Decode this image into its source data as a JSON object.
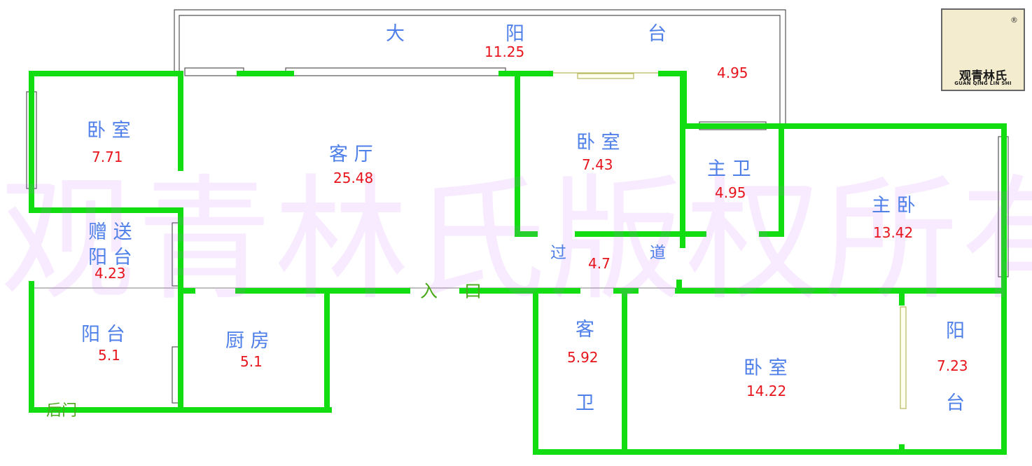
{
  "watermark": "观青林氏版权所有",
  "logo": {
    "name_cn": "观青林氏",
    "name_pinyin": "GUAN QING LIN SHI",
    "registered_mark": "®",
    "colors": {
      "green": "#3a9a2a",
      "red": "#d42a1e",
      "bg": "#f3eccf"
    }
  },
  "rooms": {
    "big_balcony": {
      "c1": "大",
      "c2": "阳",
      "c3": "台",
      "area": "11.25",
      "area2": "4.95"
    },
    "bedroom_nw": {
      "label": "卧 室",
      "area": "7.71"
    },
    "living_room": {
      "label": "客 厅",
      "area": "25.48"
    },
    "bedroom_mid": {
      "label": "卧 室",
      "area": "7.43"
    },
    "master_bath": {
      "label": "主 卫",
      "area": "4.95"
    },
    "master_bedroom": {
      "label": "主 卧",
      "area": "13.42"
    },
    "gift_balcony": {
      "line1": "赠 送",
      "line2": "阳 台",
      "area": "4.23"
    },
    "corridor": {
      "c1": "过",
      "c2": "道",
      "area": "4.7"
    },
    "balcony_sw": {
      "label": "阳 台",
      "area": "5.1"
    },
    "kitchen": {
      "label": "厨 房",
      "area": "5.1"
    },
    "guest_bath": {
      "c1": "客",
      "c2": "卫",
      "area": "5.92"
    },
    "bedroom_se": {
      "label": "卧 室",
      "area": "14.22"
    },
    "balcony_e": {
      "c1": "阳",
      "c2": "台",
      "area": "7.23"
    }
  },
  "entrance": {
    "c1": "入",
    "c2": "口"
  },
  "back_door": "后门",
  "colors": {
    "wall": "#11dd11",
    "room_label": "#4f7fe8",
    "area_label": "#e8141c",
    "entry_label": "#4aa81a",
    "sliding_door": "#b8b860"
  }
}
